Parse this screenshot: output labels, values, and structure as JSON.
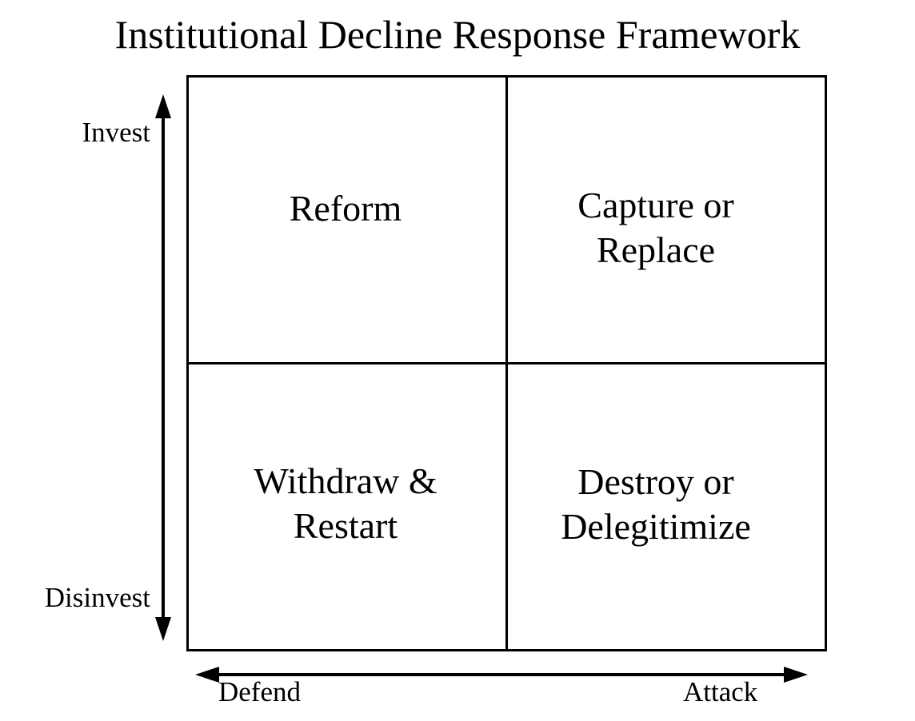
{
  "title": "Institutional Decline Response Framework",
  "matrix": {
    "quadrants": {
      "top_left": {
        "label": "Reform"
      },
      "top_right": {
        "label": "Capture or Replace"
      },
      "bottom_left": {
        "label": "Withdraw & Restart"
      },
      "bottom_right": {
        "label": "Destroy or Delegitimize"
      }
    }
  },
  "y_axis": {
    "top_label": "Invest",
    "bottom_label": "Disinvest"
  },
  "x_axis": {
    "left_label": "Defend",
    "right_label": "Attack"
  },
  "colors": {
    "foreground": "#000000",
    "background": "#ffffff"
  }
}
